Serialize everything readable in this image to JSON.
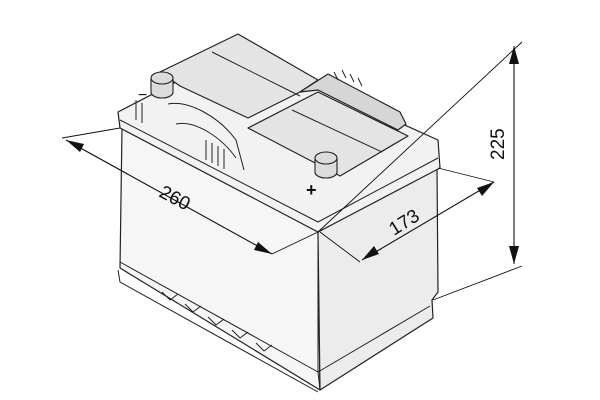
{
  "dimensions": {
    "length": "260",
    "depth": "173",
    "height": "225"
  },
  "terminals": {
    "negative": "−",
    "positive": "+"
  }
}
